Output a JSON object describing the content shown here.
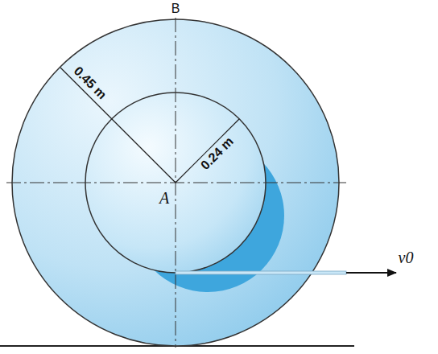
{
  "diagram": {
    "labels": [
      "B",
      "0.45 m",
      "0.24 m",
      "A",
      "v0"
    ]
  }
}
